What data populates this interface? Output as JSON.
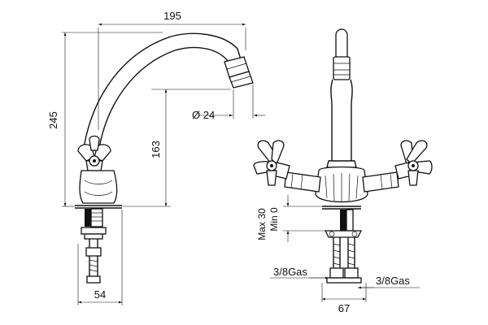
{
  "dimensions": {
    "spout_reach": "195",
    "total_height": "245",
    "outlet_height": "163",
    "outlet_diameter": "Ø 24",
    "base_width": "54",
    "max_thickness": "Max 30",
    "min_thickness": "Min 0",
    "thread_left": "3/8Gas",
    "thread_right": "3/8Gas",
    "connection_width": "67"
  },
  "colors": {
    "line": "#111111",
    "background": "#ffffff"
  }
}
